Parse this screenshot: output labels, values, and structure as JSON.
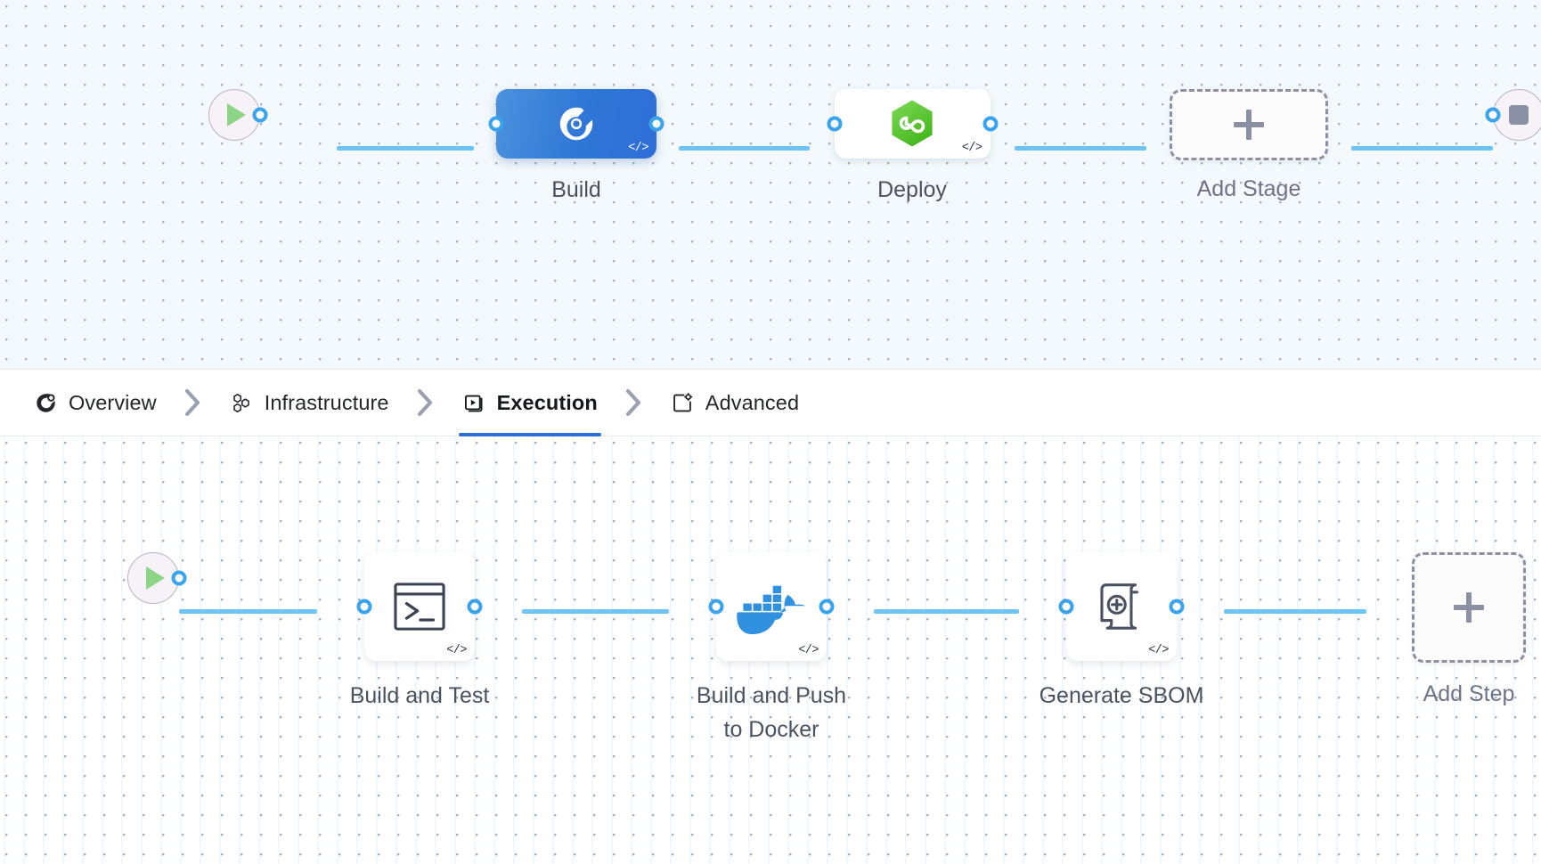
{
  "pipeline": {
    "stages_row": {
      "start_node": {
        "icon": "play-icon",
        "name": "start"
      },
      "end_node": {
        "icon": "stop-icon",
        "name": "end"
      },
      "nodes": [
        {
          "id": "build",
          "label": "Build",
          "icon": "harness-ci-icon",
          "selected": true,
          "type": "stage",
          "badge": "code-brackets-icon"
        },
        {
          "id": "deploy",
          "label": "Deploy",
          "icon": "harness-cd-icon",
          "selected": false,
          "type": "stage",
          "badge": "code-brackets-icon"
        },
        {
          "id": "add_stage",
          "label": "Add Stage",
          "icon": "plus-icon",
          "selected": false,
          "type": "add"
        }
      ]
    },
    "steps_row": {
      "start_node": {
        "icon": "play-icon",
        "name": "start"
      },
      "end_node": {
        "icon": "stop-icon",
        "name": "end"
      },
      "nodes": [
        {
          "id": "build_and_test",
          "label": "Build and Test",
          "icon": "terminal-icon",
          "type": "step",
          "badge": "code-brackets-icon"
        },
        {
          "id": "build_push_docker",
          "label": "Build and Push\nto Docker",
          "icon": "docker-icon",
          "type": "step",
          "badge": "code-brackets-icon"
        },
        {
          "id": "generate_sbom",
          "label": "Generate SBOM",
          "icon": "scroll-plus-icon",
          "type": "step",
          "badge": "code-brackets-icon"
        },
        {
          "id": "add_step",
          "label": "Add Step",
          "icon": "plus-icon",
          "type": "add"
        }
      ]
    }
  },
  "tabs": {
    "separator_icon": "chevron-right-icon",
    "items": [
      {
        "id": "overview",
        "label": "Overview",
        "icon": "overview-icon",
        "active": false
      },
      {
        "id": "infrastructure",
        "label": "Infrastructure",
        "icon": "infrastructure-icon",
        "active": false
      },
      {
        "id": "execution",
        "label": "Execution",
        "icon": "execution-icon",
        "active": true
      },
      {
        "id": "advanced",
        "label": "Advanced",
        "icon": "advanced-icon",
        "active": false
      }
    ]
  },
  "colors": {
    "accent_blue": "#2f6ed4",
    "connector_blue": "#6cc4f5",
    "port_blue": "#3aa3ee",
    "selected_stage": "#2f76d6",
    "cd_green": "#5fc62b",
    "docker_blue": "#2f91e0",
    "play_green": "#8ed487",
    "label_text": "#4a5260",
    "muted_text": "#6e7488",
    "canvas_top_bg": "#f3f9fc",
    "canvas_bottom_bg": "#ffffff"
  }
}
